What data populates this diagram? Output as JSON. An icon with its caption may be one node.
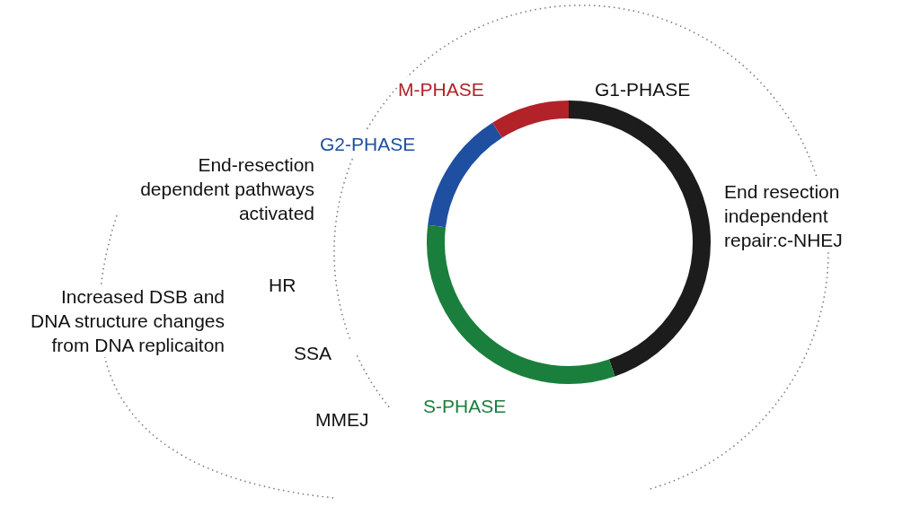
{
  "diagram": {
    "labels": [
      "M-PHASE",
      "G1-PHASE",
      "G2-PHASE",
      "End-resection dependent pathways activated",
      "End resection independent repair:c-NHEJ",
      "HR",
      "Increased DSB and DNA structure changes from DNA replicaiton",
      "SSA",
      "MMEJ",
      "S-PHASE"
    ]
  }
}
